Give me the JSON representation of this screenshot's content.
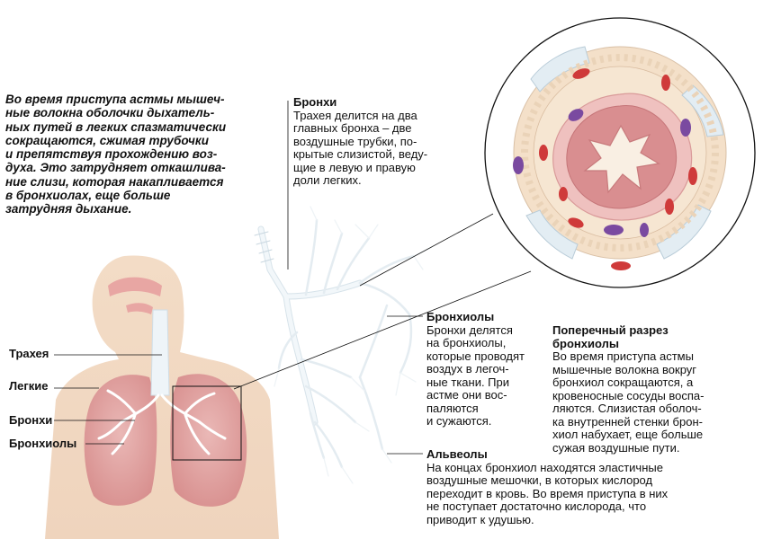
{
  "intro_text": "Во время приступа астмы мышеч-\nные волокна оболочки дыхатель-\nных путей в легких спазматически\nсокращаются, сжимая трубочки\nи препятствуя прохождению воз-\nдуха. Это затрудняет откашлива-\nние слизи, которая накапливается\nв бронхиолах, еще больше\nзатрудняя дыхание.",
  "bronchi": {
    "title": "Бронхи",
    "text": "Трахея делится на два\nглавных бронха – две\nвоздушные трубки, по-\nкрытые слизистой, веду-\nщие в левую и правую\nдоли легких."
  },
  "bronchioles": {
    "title": "Бронхиолы",
    "text": "Бронхи делятся\nна бронхиолы,\nкоторые проводят\nвоздух в легоч-\nные ткани. При\nастме они вос-\nпаляются\nи сужаются."
  },
  "cross_section": {
    "title": "Поперечный разрез\nбронхиолы",
    "text": "Во время приступа астмы\nмышечные волокна вокруг\nбронхиол сокращаются, а\nкровеносные сосуды воспа-\nляются. Слизистая оболоч-\nка внутренней стенки брон-\nхиол набухает, еще больше\nсужая воздушные пути."
  },
  "alveoli": {
    "title": "Альвеолы",
    "text": "На концах бронхиол находятся эластичные\nвоздушные мешочки, в которых кислород\nпереходит в кровь. Во время приступа в них\nне поступает достаточно кислорода, что\nприводит к удушью."
  },
  "body_labels": {
    "trachea": "Трахея",
    "lungs": "Легкие",
    "bronchi": "Бронхи",
    "bronchioles": "Бронхиолы"
  }
}
